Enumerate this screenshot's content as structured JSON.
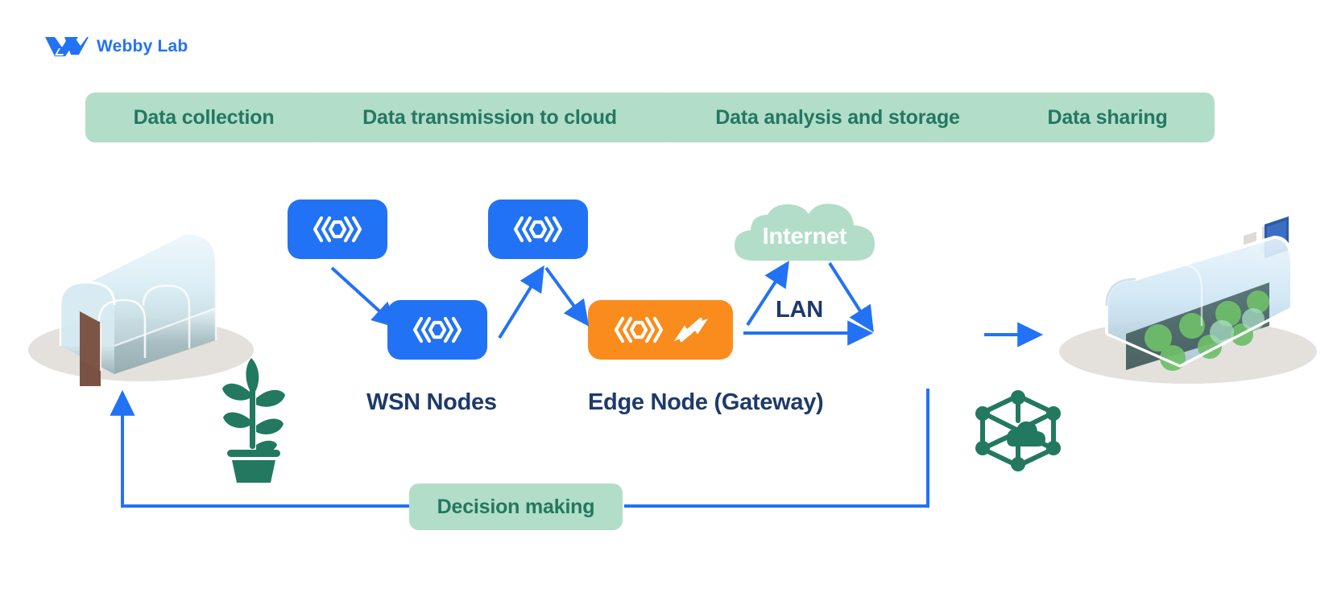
{
  "brand": {
    "name": "Webby Lab",
    "logo_color": "#2572f0",
    "logo_icon": "webbylab-chevron-logo"
  },
  "colors": {
    "pill_bg": "#b2ddc9",
    "pill_text": "#23785f",
    "node_blue": "#2272f5",
    "node_orange": "#fa8c1e",
    "arrow_blue": "#2272f5",
    "caption_navy": "#1d3a6b",
    "cloud_green": "#b2ddc9",
    "plant_green": "#22795f"
  },
  "stages": [
    {
      "label": "Data collection"
    },
    {
      "label": "Data transmission to cloud"
    },
    {
      "label": "Data analysis and storage"
    },
    {
      "label": "Data sharing"
    }
  ],
  "nodes": [
    {
      "id": "wsn-node-a",
      "icon": "code-brackets-hexagon-icon",
      "color": "blue"
    },
    {
      "id": "wsn-node-b",
      "icon": "code-brackets-hexagon-icon",
      "color": "blue"
    },
    {
      "id": "wsn-node-c",
      "icon": "code-brackets-hexagon-icon",
      "color": "blue"
    },
    {
      "id": "edge-node",
      "icon": "code-brackets-hexagon-icon",
      "secondary_icon": "bidirectional-exchange-icon",
      "color": "orange"
    }
  ],
  "captions": {
    "wsn": "WSN Nodes",
    "edge": "Edge Node (Gateway)"
  },
  "cloud": {
    "label": "Internet",
    "icon": "cloud-shape"
  },
  "network": {
    "lan_label": "LAN"
  },
  "feedback": {
    "label": "Decision making"
  },
  "illustrations": [
    {
      "name": "greenhouse-empty-isometric",
      "side": "left"
    },
    {
      "name": "greenhouse-with-plants-isometric",
      "side": "right"
    },
    {
      "name": "potted-plant-icon",
      "side": "left"
    },
    {
      "name": "cloud-network-hexagon-icon",
      "side": "right"
    }
  ]
}
